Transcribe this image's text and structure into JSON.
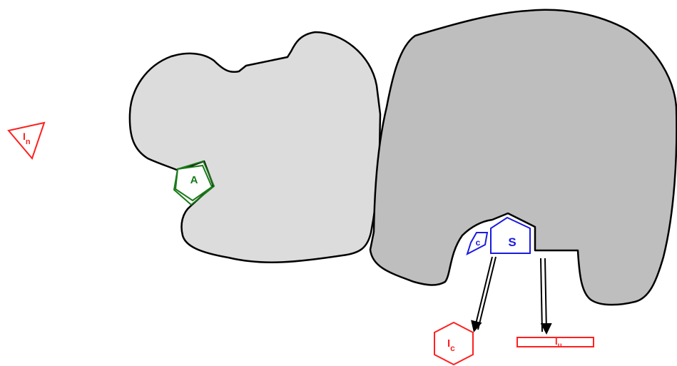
{
  "regions": {
    "left_blob": {
      "fill": "#DCDCDC"
    },
    "right_blob": {
      "fill": "#BEBEBE"
    }
  },
  "nodes": {
    "A": {
      "label": "A",
      "color": "#1A7A1A"
    },
    "S": {
      "label": "S",
      "color": "#1A1AE0"
    },
    "c": {
      "label": "c",
      "color": "#1A1AE0"
    },
    "I_n": {
      "label": "I",
      "sub": "n",
      "color": "#FF2020"
    },
    "I_c": {
      "label": "I",
      "sub": "c",
      "color": "#FF2020"
    },
    "I_u": {
      "label": "I",
      "sub": "u",
      "color": "#FF2020"
    }
  }
}
